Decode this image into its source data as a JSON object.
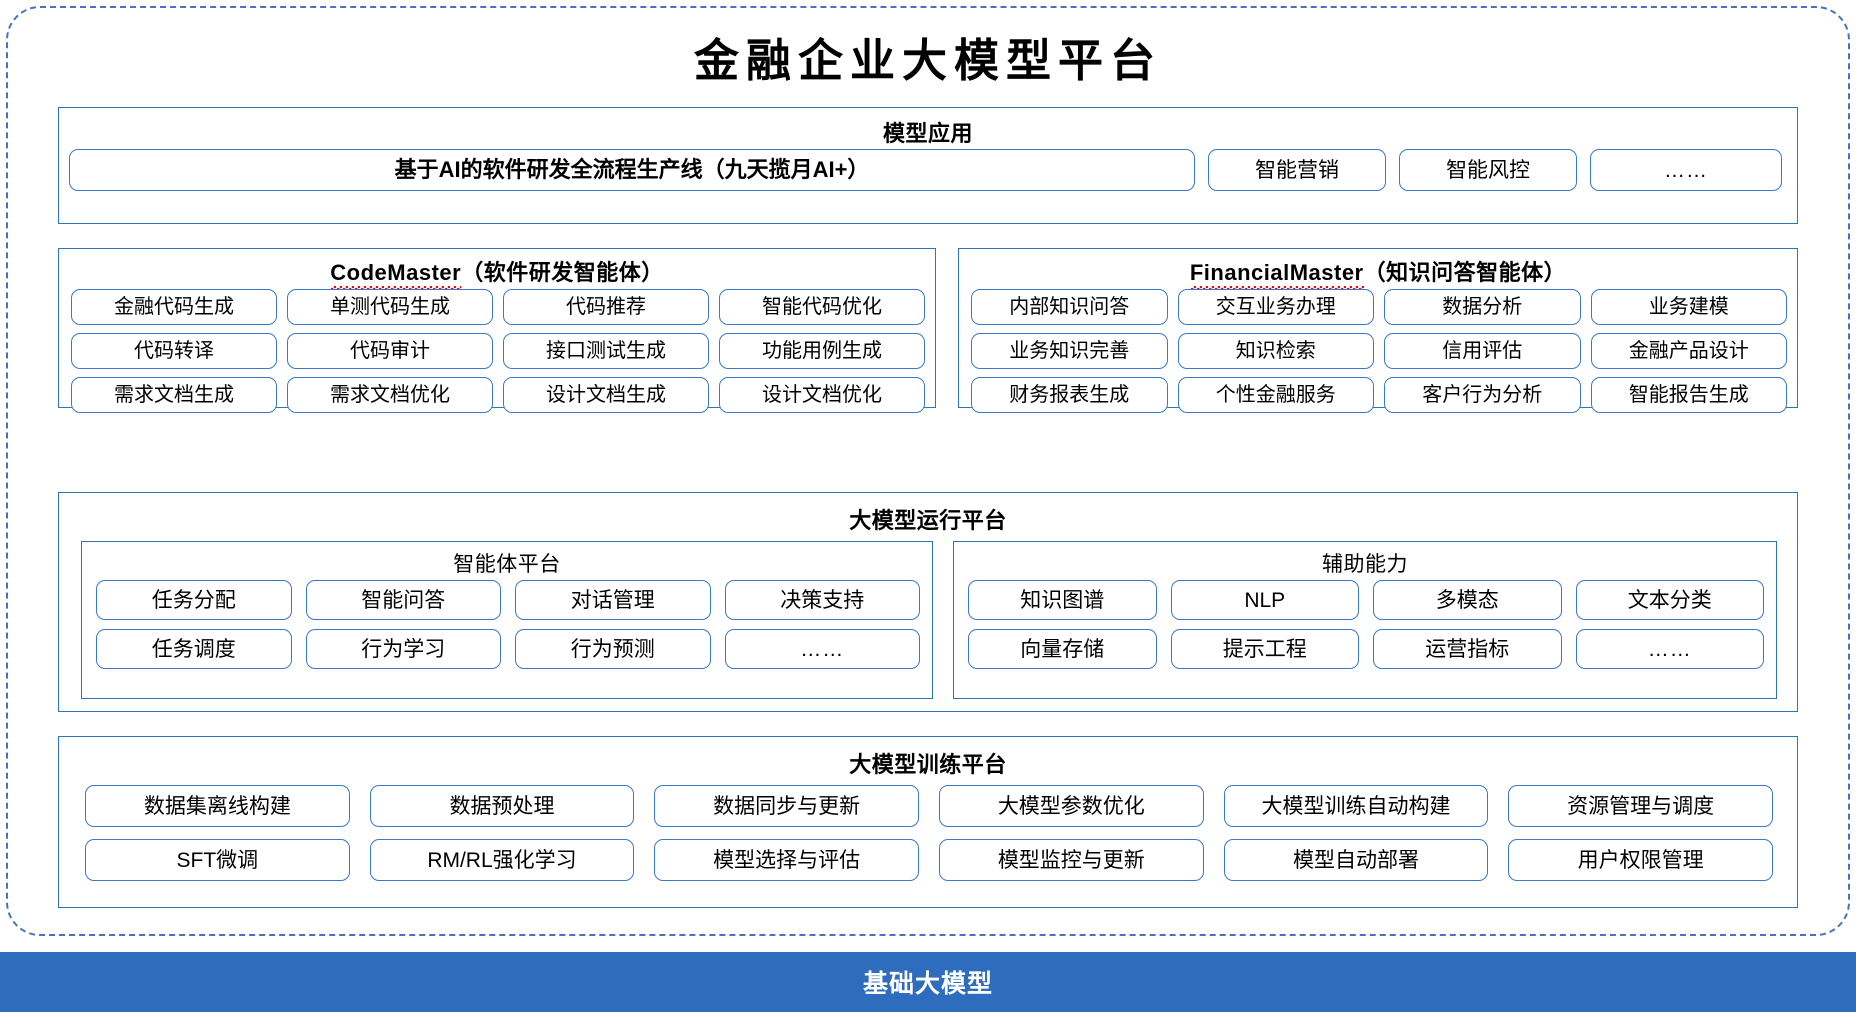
{
  "title": "金融企业大模型平台",
  "colors": {
    "outer_border": "#4472C4",
    "panel_border": "#2E75B6",
    "pill_border": "#3C78C8",
    "foundation_bar": "#2E6DBE",
    "spellcheck_underline": "#FF0000"
  },
  "sections": {
    "model_application": {
      "title": "模型应用",
      "items": [
        "基于AI的软件研发全流程生产线（九天揽月AI+）",
        "智能营销",
        "智能风控",
        "……"
      ]
    },
    "code_master": {
      "name": "CodeMaster",
      "subtitle": "（软件研发智能体）",
      "items": [
        "金融代码生成",
        "单测代码生成",
        "代码推荐",
        "智能代码优化",
        "代码转译",
        "代码审计",
        "接口测试生成",
        "功能用例生成",
        "需求文档生成",
        "需求文档优化",
        "设计文档生成",
        "设计文档优化"
      ]
    },
    "financial_master": {
      "name": "FinancialMaster",
      "subtitle": "（知识问答智能体）",
      "items": [
        "内部知识问答",
        "交互业务办理",
        "数据分析",
        "业务建模",
        "业务知识完善",
        "知识检索",
        "信用评估",
        "金融产品设计",
        "财务报表生成",
        "个性金融服务",
        "客户行为分析",
        "智能报告生成"
      ]
    },
    "runtime_platform": {
      "title": "大模型运行平台",
      "agent_platform": {
        "title": "智能体平台",
        "items": [
          "任务分配",
          "智能问答",
          "对话管理",
          "决策支持",
          "任务调度",
          "行为学习",
          "行为预测",
          "……"
        ]
      },
      "auxiliary_capability": {
        "title": "辅助能力",
        "items": [
          "知识图谱",
          "NLP",
          "多模态",
          "文本分类",
          "向量存储",
          "提示工程",
          "运营指标",
          "……"
        ]
      }
    },
    "training_platform": {
      "title": "大模型训练平台",
      "items": [
        "数据集离线构建",
        "数据预处理",
        "数据同步与更新",
        "大模型参数优化",
        "大模型训练自动构建",
        "资源管理与调度",
        "SFT微调",
        "RM/RL强化学习",
        "模型选择与评估",
        "模型监控与更新",
        "模型自动部署",
        "用户权限管理"
      ]
    },
    "foundation": {
      "label": "基础大模型"
    }
  }
}
